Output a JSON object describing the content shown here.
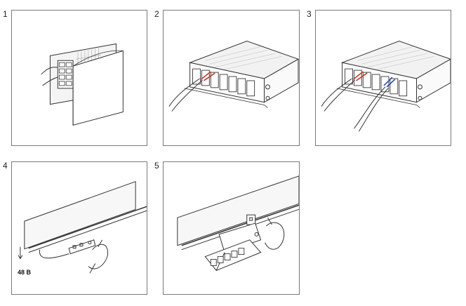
{
  "steps": [
    {
      "number": "1"
    },
    {
      "number": "2"
    },
    {
      "number": "3"
    },
    {
      "number": "4"
    },
    {
      "number": "5"
    }
  ],
  "step4": {
    "callout": "48 В"
  },
  "colors": {
    "border": "#7a7a7a",
    "line": "#333333",
    "red_wire": "#c0392b",
    "blue_wire": "#2e50a8"
  }
}
